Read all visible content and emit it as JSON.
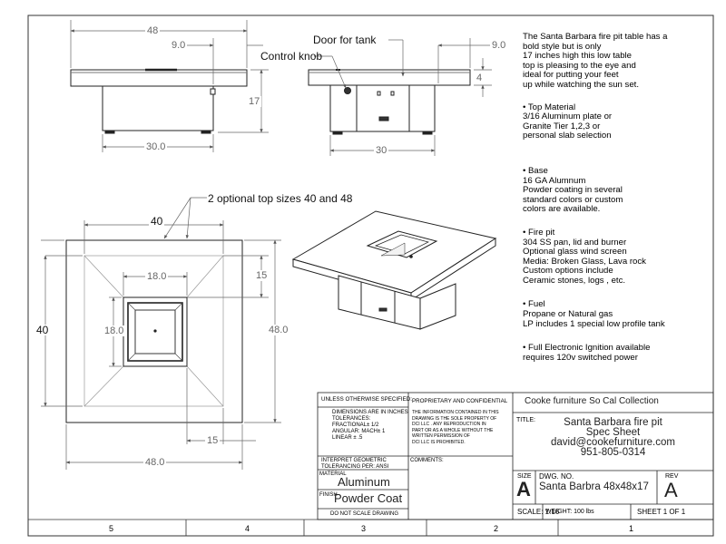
{
  "views": {
    "top_left": {
      "dim_width": "48",
      "dim_inset": "9.0",
      "dim_height": "17",
      "dim_base": "30.0"
    },
    "top_right": {
      "callout_door": "Door for tank",
      "callout_knob": "Control knob",
      "dim_inset": "9.0",
      "dim_thickness": "4",
      "dim_base": "30"
    },
    "plan": {
      "callout_sizes": "2 optional top sizes 40 and 48",
      "dim_top": "40",
      "dim_left": "40",
      "dim_inner_w": "18.0",
      "dim_inner_h": "18.0",
      "dim_right_15": "15",
      "dim_right_48": "48.0",
      "dim_bottom_15": "15",
      "dim_bottom_48": "48.0"
    }
  },
  "notes": {
    "intro": [
      "The Santa Barbara fire pit table has a",
      "bold style but is only",
      "17 inches high this low table",
      "top is pleasing to the eye and",
      "ideal for putting your feet",
      "up while watching the sun set."
    ],
    "top_material": [
      "• Top Material",
      "3/16 Aluminum plate or",
      "Granite Tier 1,2,3 or",
      "personal slab selection"
    ],
    "base": [
      "• Base",
      "16 GA Alumnum",
      "Powder coating in several",
      "standard colors or custom",
      "colors are available."
    ],
    "fire_pit": [
      "• Fire pit",
      "304 SS pan, lid and burner",
      "Optional glass wind screen",
      "Media: Broken Glass, Lava rock",
      "Custom options include",
      "Ceramic stones, logs , etc."
    ],
    "fuel": [
      "• Fuel",
      "Propane or Natural gas",
      "LP includes 1 special low profile tank"
    ],
    "ignition": [
      "•  Full Electronic Ignition available",
      "requires 120v switched power"
    ]
  },
  "title_block": {
    "unless": "UNLESS OTHERWISE SPECIFIED:",
    "dims_lines": [
      "DIMENSIONS ARE IN INCHES",
      "TOLERANCES:",
      "FRACTIONAL± 1/2",
      "ANGULAR: MACH± 1",
      "LINEAR    ± .5"
    ],
    "interpret": [
      "INTERPRET GEOMETRIC",
      "TOLERANCING PER: ANSI"
    ],
    "material_label": "MATERIAL",
    "material_value": "Aluminum",
    "finish_label": "FINISH",
    "finish_value": "Powder Coat",
    "do_not_scale": "DO NOT SCALE DRAWING",
    "proprietary_title": "PROPRIETARY AND CONFIDENTIAL",
    "proprietary_lines": [
      "THE INFORMATION CONTAINED IN THIS",
      "DRAWING IS THE SOLE PROPERTY OF",
      "DCI LLC . ANY REPRODUCTION IN",
      "PART OR AS A WHOLE WITHOUT THE",
      "WRITTEN PERMISSION OF",
      "DCI LLC IS PROHIBITED."
    ],
    "comments_label": "COMMENTS:",
    "company": "Cooke furniture So Cal Collection",
    "title_label": "TITLE:",
    "title_lines": [
      "Santa Barbara fire pit",
      "Spec Sheet",
      "david@cookefurniture.com",
      "951-805-0314"
    ],
    "size_label": "SIZE",
    "size_value": "A",
    "dwg_no_label": "DWG.  NO.",
    "dwg_no_value": "Santa Barbra 48x48x17",
    "rev_label": "REV",
    "rev_value": "A",
    "scale": "SCALE: 1:16",
    "weight": "WEIGHT: 100 lbs",
    "sheet": "SHEET 1 OF 1"
  },
  "zones": [
    "5",
    "4",
    "3",
    "2",
    "1"
  ]
}
